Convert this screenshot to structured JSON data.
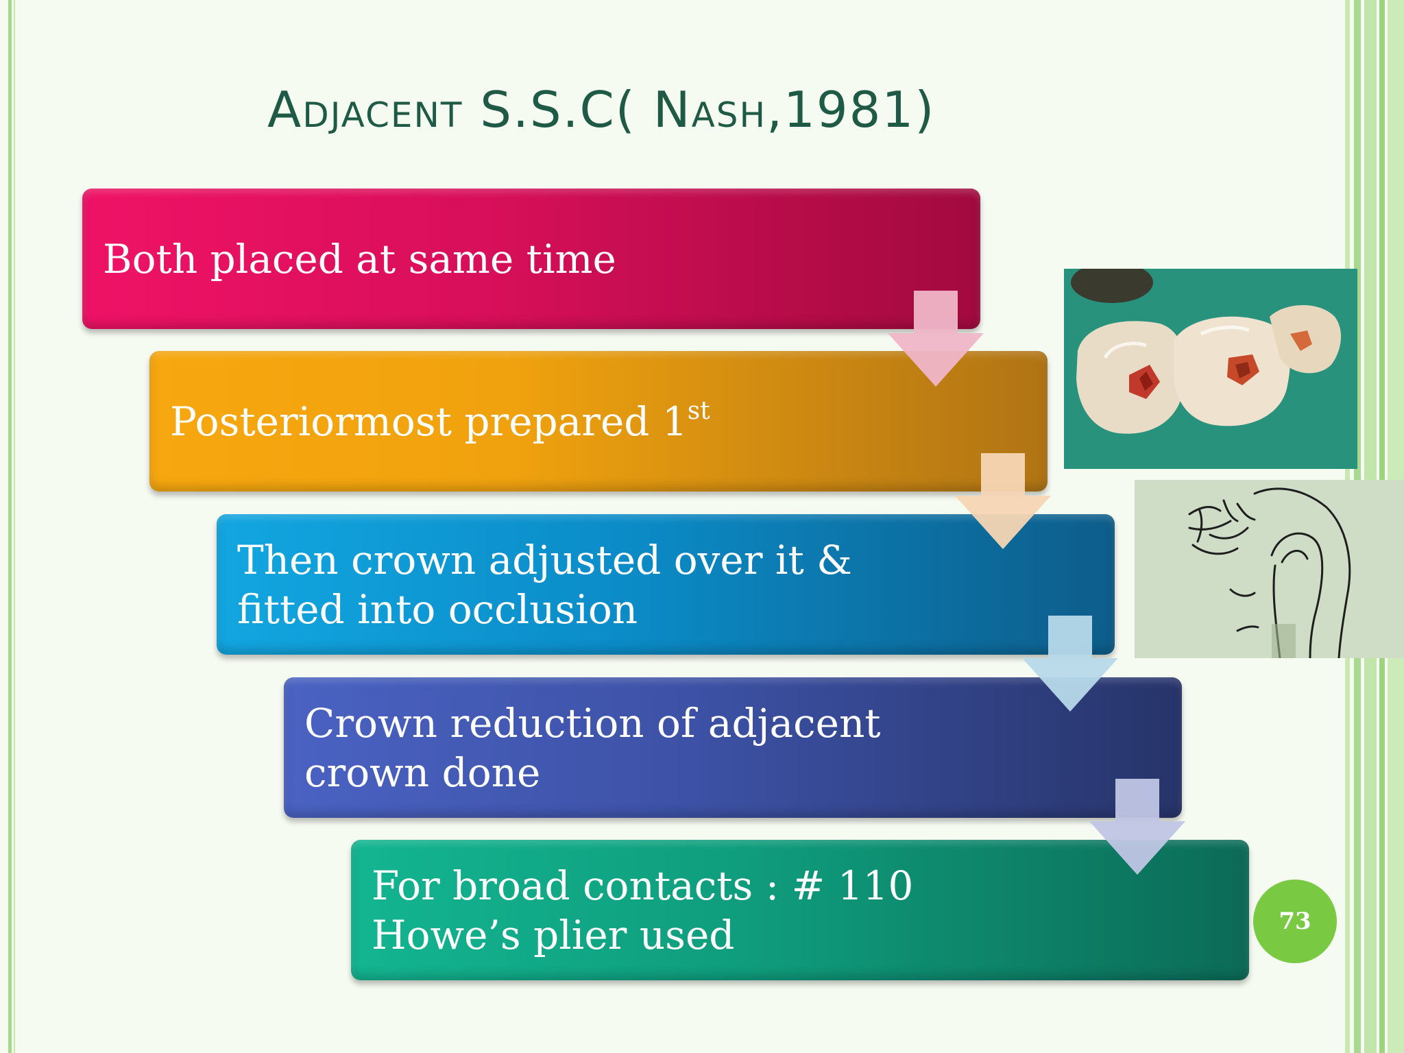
{
  "slide": {
    "title": "Adjacent S.S.C( Nash,1981)",
    "page_number": "73"
  },
  "steps": [
    {
      "text": "Both placed at same time",
      "color": "#e0105e"
    },
    {
      "text": "Posteriormost prepared 1",
      "superscript": "st",
      "color": "#f2a40e"
    },
    {
      "text": "Then crown adjusted over it & fitted into occlusion",
      "color": "#0e94d2"
    },
    {
      "text": "Crown reduction of adjacent crown done",
      "color": "#3f55aa"
    },
    {
      "text": "For broad contacts : # 110 Howe’s plier used",
      "color": "#10a383"
    }
  ],
  "arrow_colors": [
    "#efb6c8",
    "#f6d6b4",
    "#b7d9ea",
    "#c0c6e4"
  ],
  "badge_color": "#7ac943"
}
